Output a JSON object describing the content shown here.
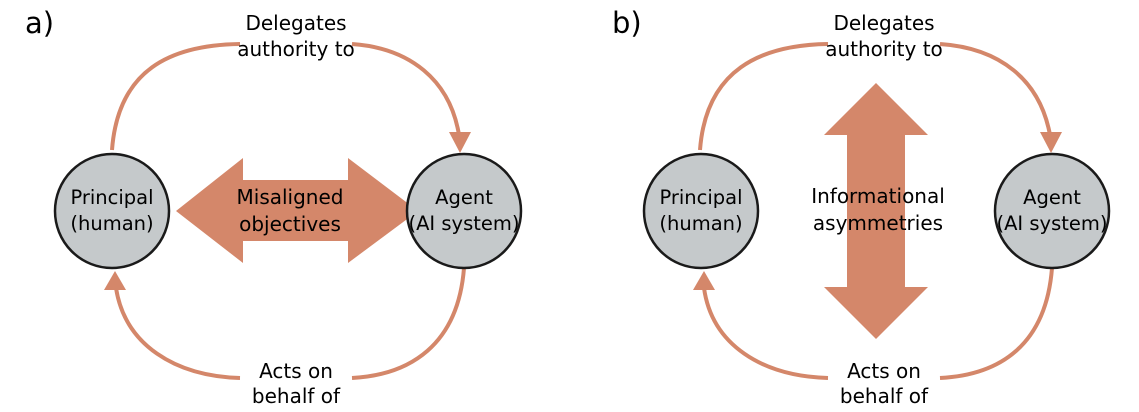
{
  "colors": {
    "accent": "#D4876A",
    "node_fill": "#C5C9CB",
    "node_stroke": "#1A1A1A",
    "text": "#000000"
  },
  "panels": [
    {
      "label": "a)",
      "principal": {
        "line1": "Principal",
        "line2": "(human)"
      },
      "agent": {
        "line1": "Agent",
        "line2": "(AI system)"
      },
      "top_arrow_text": {
        "line1": "Delegates",
        "line2": "authority to"
      },
      "bottom_arrow_text": {
        "line1": "Acts on",
        "line2": "behalf of"
      },
      "center": {
        "line1": "Misaligned",
        "line2": "objectives",
        "orientation": "horizontal"
      }
    },
    {
      "label": "b)",
      "principal": {
        "line1": "Principal",
        "line2": "(human)"
      },
      "agent": {
        "line1": "Agent",
        "line2": "(AI system)"
      },
      "top_arrow_text": {
        "line1": "Delegates",
        "line2": "authority to"
      },
      "bottom_arrow_text": {
        "line1": "Acts on",
        "line2": "behalf of"
      },
      "center": {
        "line1": "Informational",
        "line2": "asymmetries",
        "orientation": "vertical"
      }
    }
  ]
}
